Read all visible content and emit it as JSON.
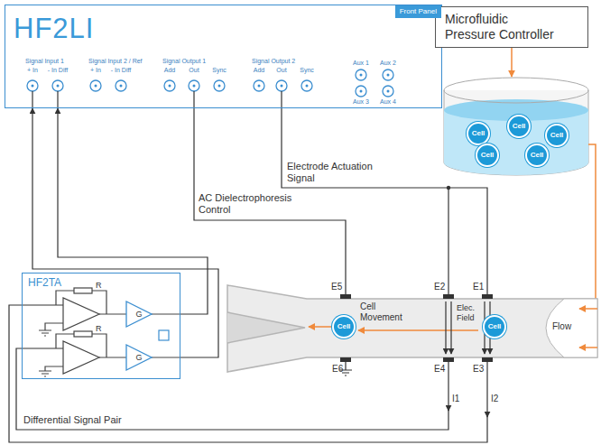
{
  "diagram": {
    "nodes": [
      {
        "text": [
          "HF2LI",
          "Front Panel"
        ]
      },
      {
        "text": [
          "Microfluidic Pressure Controller"
        ]
      },
      {
        "text": [
          "Cell"
        ]
      },
      {
        "text": [
          "Cell"
        ]
      },
      {
        "text": [
          "Cell"
        ]
      },
      {
        "text": [
          "Cell"
        ]
      },
      {
        "text": [
          "Cell"
        ]
      },
      {
        "text": [
          "HF2TA"
        ]
      },
      {
        "text": [
          "Cell"
        ]
      },
      {
        "text": [
          "Cell"
        ]
      }
    ],
    "edges": [
      {
        "from": 7,
        "to": 0,
        "arrow": "to"
      },
      {
        "from": 7,
        "to": 0,
        "arrow": "to"
      }
    ],
    "labels": [
      "Signal Input 1",
      "+ In",
      "- In Diff",
      "Signal Input 2 / Ref",
      "+ In",
      "- In Diff",
      "Signal Output 1",
      "Add",
      "Out",
      "Sync",
      "Signal Output 2",
      "Add",
      "Out",
      "Sync",
      "Aux 1",
      "Aux 2",
      "Aux 3",
      "Aux 4",
      "Electrode Actuation Signal",
      "AC Dielectrophoresis Control",
      "E5",
      "E2",
      "E1",
      "E6",
      "E4",
      "E3",
      "Elec. Field",
      "Cell Movement",
      "Flow",
      "I1",
      "I2",
      "Differential Signal Pair",
      "R",
      "G",
      "R",
      "G"
    ]
  }
}
